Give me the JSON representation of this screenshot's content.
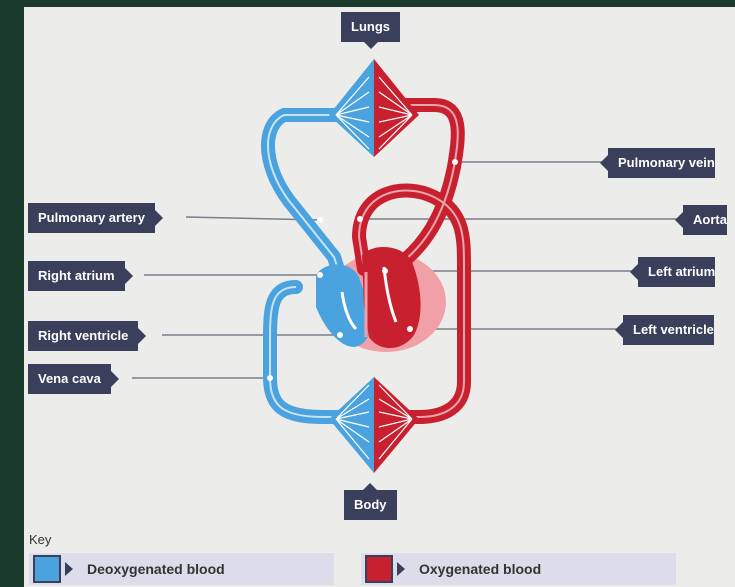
{
  "labels": {
    "lungs": "Lungs",
    "body": "Body",
    "pulmonary_artery": "Pulmonary artery",
    "right_atrium": "Right atrium",
    "right_ventricle": "Right ventricle",
    "vena_cava": "Vena cava",
    "pulmonary_vein": "Pulmonary vein",
    "aorta": "Aorta",
    "left_atrium": "Left atrium",
    "left_ventricle": "Left ventricle"
  },
  "key": {
    "title": "Key",
    "deoxygenated": "Deoxygenated blood",
    "oxygenated": "Oxygenated blood"
  },
  "colors": {
    "deoxygenated": "#4aa3df",
    "oxygenated": "#c8202f",
    "label_bg": "#3a3f5c",
    "heart_glow": "#f2a0a8"
  }
}
